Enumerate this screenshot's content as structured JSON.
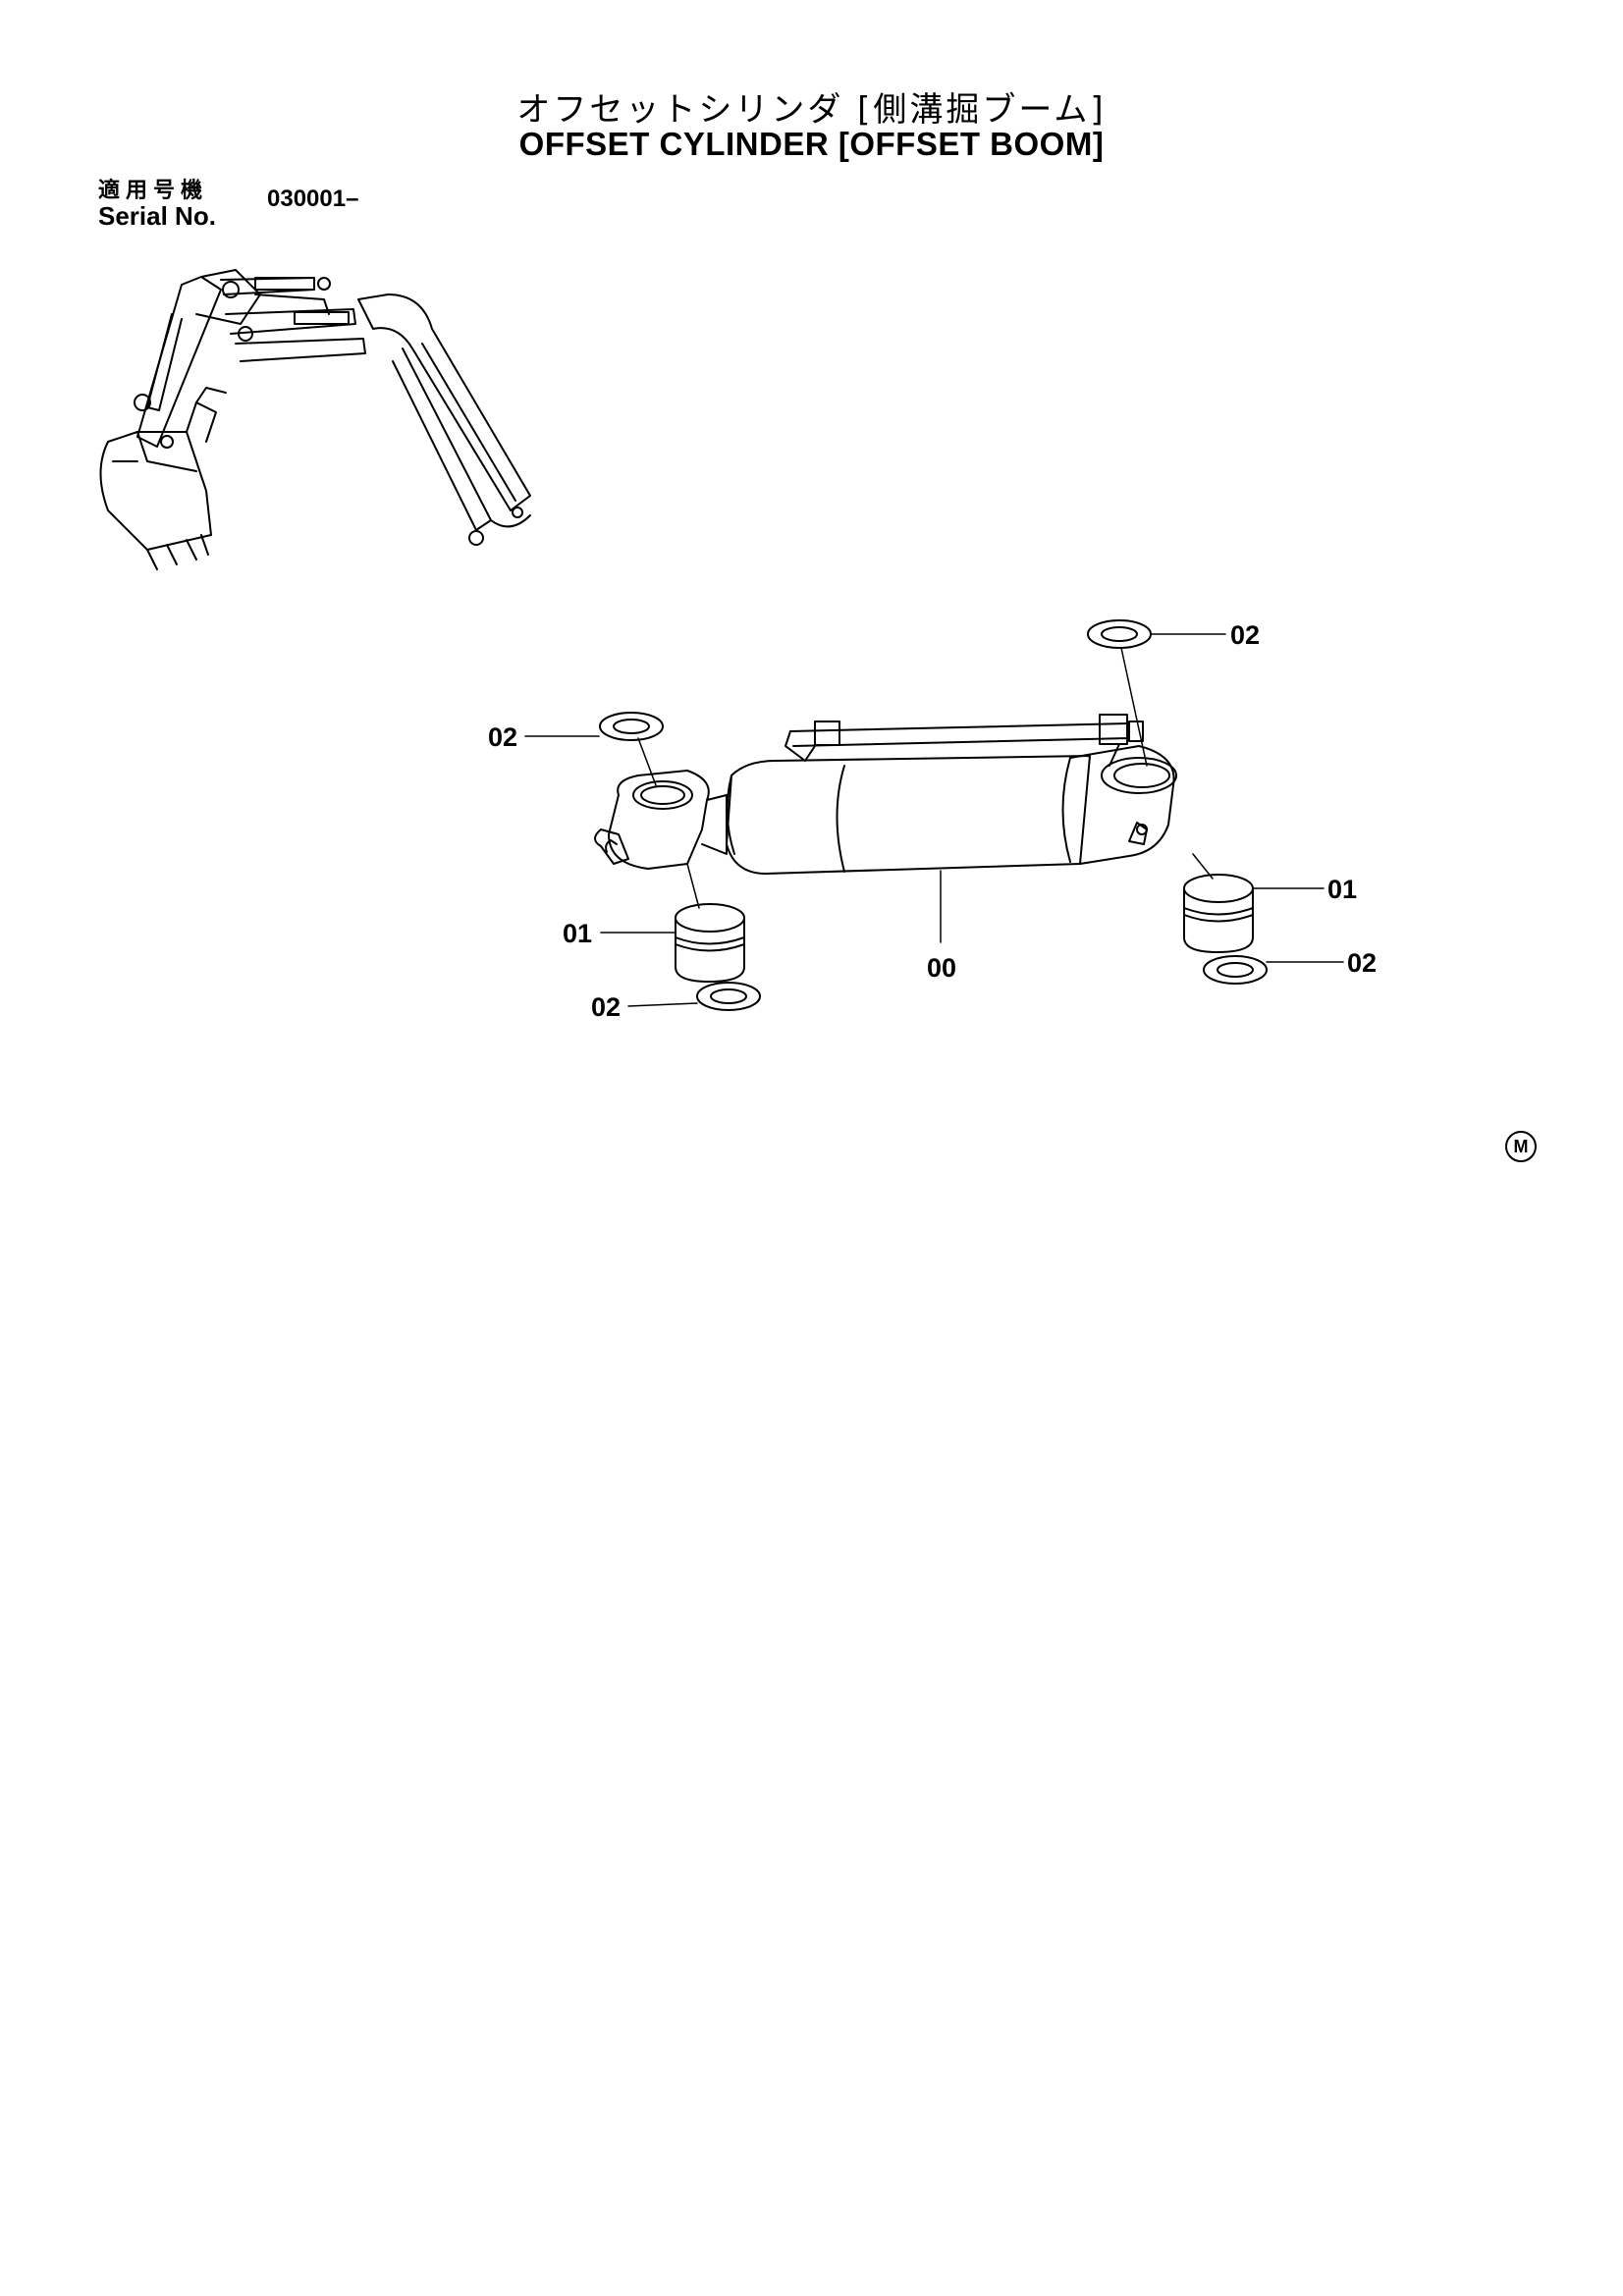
{
  "header": {
    "title_jp": "オフセットシリンダ [側溝掘ブーム]",
    "title_en": "OFFSET CYLINDER [OFFSET BOOM]",
    "serial_label_jp": "適用号機",
    "serial_label_en": "Serial No.",
    "serial_value": "030001–"
  },
  "callouts": [
    {
      "id": "02",
      "part": "top-right-washer"
    },
    {
      "id": "02",
      "part": "top-left-washer"
    },
    {
      "id": "01",
      "part": "right-bushing"
    },
    {
      "id": "01",
      "part": "left-bushing"
    },
    {
      "id": "00",
      "part": "cylinder-body"
    },
    {
      "id": "02",
      "part": "right-bottom-washer"
    },
    {
      "id": "02",
      "part": "left-bottom-washer"
    }
  ],
  "footer": {
    "mark": "M"
  }
}
